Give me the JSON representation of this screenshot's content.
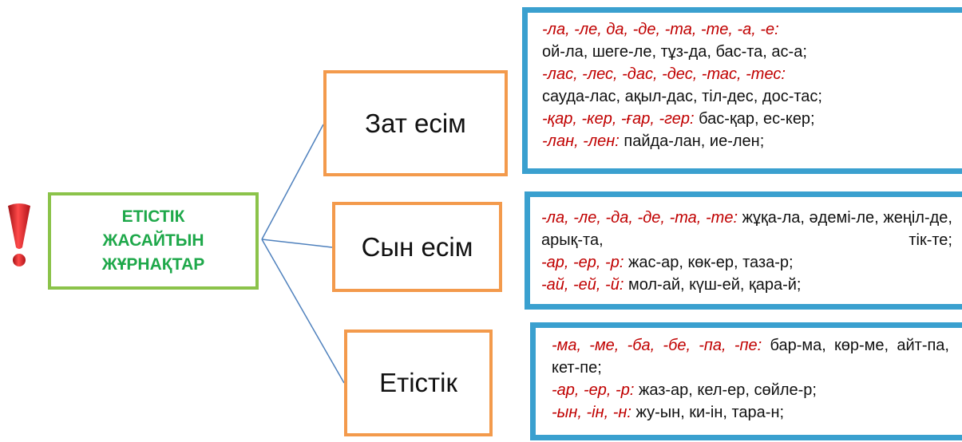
{
  "root": {
    "lines": [
      "ЕТІСТІК",
      "ЖАСАЙТЫН",
      "ЖҰРНАҚТАР"
    ]
  },
  "categories": [
    {
      "label": "Зат есім"
    },
    {
      "label": "Сын есім"
    },
    {
      "label": "Етістік"
    }
  ],
  "boxes": [
    {
      "lines": [
        {
          "suffix": "-ла, -ле, да, -де, -та, -те, -а, -е:",
          "text": ""
        },
        {
          "suffix": "",
          "text": "ой-ла, шеге-ле, тұз-да, бас-та, ас-а;"
        },
        {
          "suffix": "-лас, -лес, -дас, -дес, -тас, -тес:",
          "text": ""
        },
        {
          "suffix": "",
          "text": "сауда-лас, ақыл-дас, тіл-дес, дос-тас;"
        },
        {
          "suffix": "-қар, -кер, -ғар, -гер:",
          "text": " бас-қар, ес-кер;"
        },
        {
          "suffix": "-лан, -лен:",
          "text": " пайда-лан, ие-лен;"
        }
      ]
    },
    {
      "lines": [
        {
          "suffix": "-ла, -ле, -да, -де, -та, -те:",
          "text": " жұқа-ла, әдемі-ле, жеңіл-де, арық-та, тік-те;"
        },
        {
          "suffix": "-ар, -ер, -р:",
          "text": " жас-ар, көк-ер, таза-р;"
        },
        {
          "suffix": "-ай, -ей, -й:",
          "text": " мол-ай, күш-ей, қара-й;"
        }
      ]
    },
    {
      "lines": [
        {
          "suffix": "-ма, -ме, -ба, -бе, -па, -пе:",
          "text": " бар-ма, көр-ме, айт-па, кет-пе;"
        },
        {
          "suffix": "-ар, -ер, -р:",
          "text": " жаз-ар, кел-ер, сөйле-р;"
        },
        {
          "suffix": "-ын, -ін, -н:",
          "text": " жу-ын, ки-ін, тара-н;"
        }
      ]
    }
  ],
  "colors": {
    "suffix": "#c00000",
    "root_border": "#8bc34a",
    "root_text": "#1ea84a",
    "category_border": "#f39a4c",
    "box_border": "#3aa0cf",
    "connector": "#4f81bd",
    "exclamation": "#d7262b"
  },
  "icons": {
    "exclamation": "exclamation-icon"
  }
}
